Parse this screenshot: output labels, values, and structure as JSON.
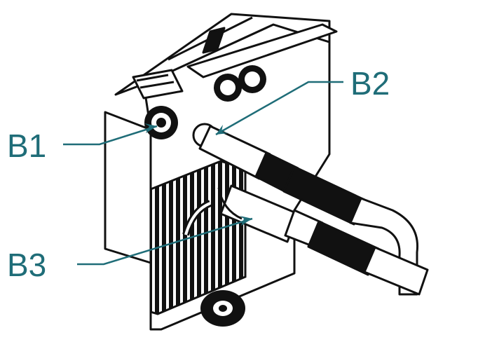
{
  "labels": {
    "b1": "B1",
    "b2": "B2",
    "b3": "B3"
  },
  "colors": {
    "callout": "#1f6d78",
    "line_art": "#111111",
    "background": "#ffffff"
  }
}
